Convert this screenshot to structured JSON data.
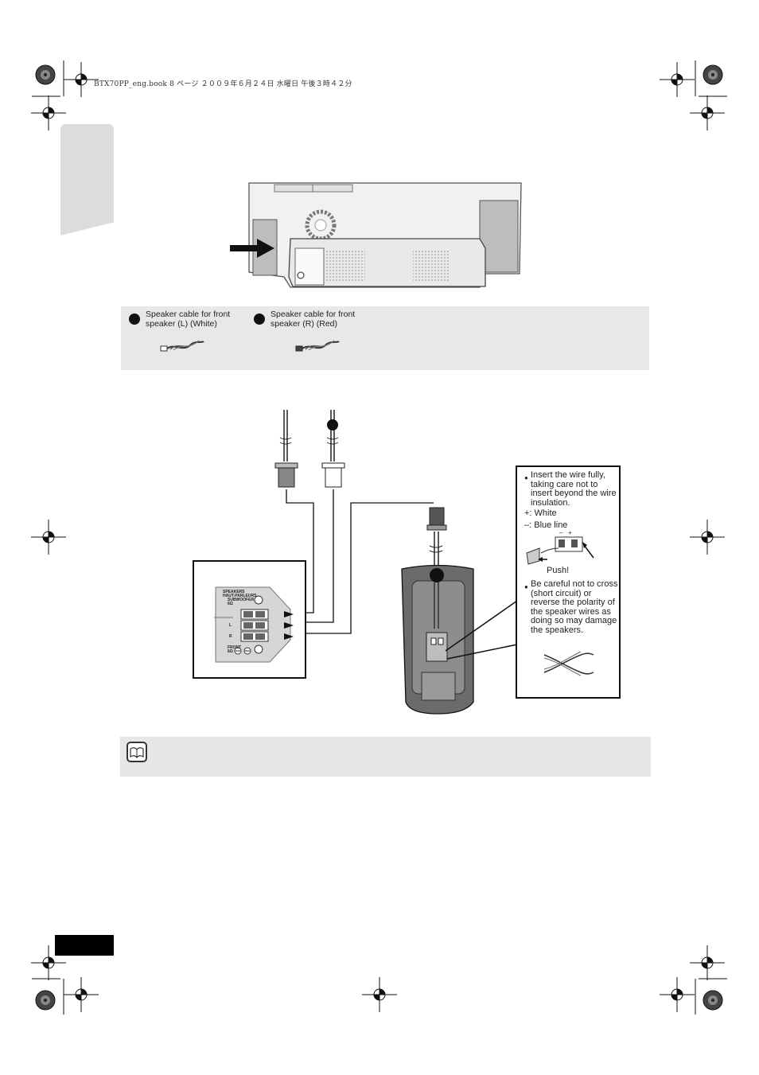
{
  "header": {
    "print_info": "BTX70PP_eng.book  8 ページ  ２００９年６月２４日  水曜日  午後３時４２分"
  },
  "accessories": [
    {
      "label": "Speaker cable for front speaker (L) (White)"
    },
    {
      "label": "Speaker cable for front speaker (R) (Red)"
    }
  ],
  "terminal_panel": {
    "title_line1": "SPEAKERS",
    "title_line2": "HAUT-PARLEURS",
    "subwoofer": "SUBWOOFER",
    "ohm": "6Ω",
    "left": "L",
    "right": "R",
    "front": "FRONT",
    "front_ohm": "6Ω"
  },
  "instructions": {
    "insert_text": "Insert the wire fully, taking care not to insert beyond the wire insulation.",
    "plus_label": "+: White",
    "minus_label": "–: Blue line",
    "push_label": "Push!",
    "caution_text": "Be careful not to cross (short circuit) or reverse the polarity of the speaker wires as doing so may damage the speakers.",
    "mini_minus": "–",
    "mini_plus": "+"
  },
  "colors": {
    "panel_gray": "#e8e8e8",
    "tab_gray": "#dcdcdc",
    "black": "#000000"
  },
  "icons": [
    "registration-mark-icon",
    "arrow-right-icon",
    "note-book-icon"
  ]
}
